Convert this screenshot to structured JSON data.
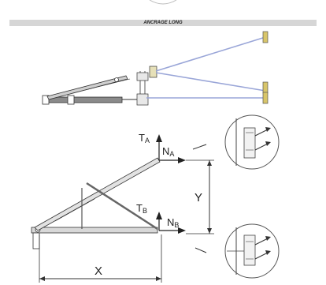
{
  "header": {
    "title": "ANCRAGE LONG"
  },
  "labels": {
    "ta_main": "T",
    "ta_sub": "A",
    "na_main": "N",
    "na_sub": "A",
    "tb_main": "T",
    "tb_sub": "B",
    "nb_main": "N",
    "nb_sub": "B",
    "x": "X",
    "y": "Y"
  },
  "colors": {
    "ink": "#333333",
    "tie_blue": "#9aa6d8",
    "anchor_yellow": "#d8c56a",
    "header_gray": "#d6d6d6"
  }
}
